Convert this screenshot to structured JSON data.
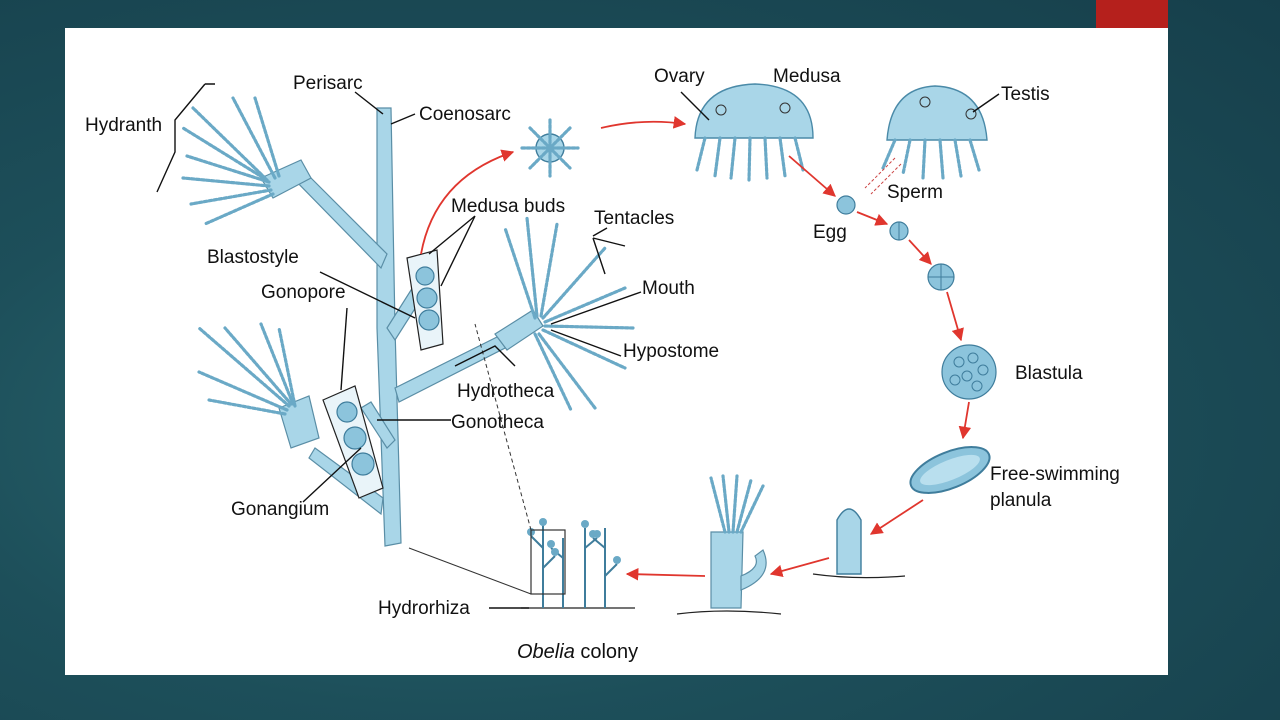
{
  "labels": {
    "hydranth": "Hydranth",
    "perisarc": "Perisarc",
    "coenosarc": "Coenosarc",
    "medusa_buds": "Medusa buds",
    "tentacles": "Tentacles",
    "blastostyle": "Blastostyle",
    "gonopore": "Gonopore",
    "mouth": "Mouth",
    "hypostome": "Hypostome",
    "hydrotheca": "Hydrotheca",
    "gonotheca": "Gonotheca",
    "gonangium": "Gonangium",
    "hydrorhiza": "Hydrorhiza",
    "ovary": "Ovary",
    "medusa": "Medusa",
    "testis": "Testis",
    "sperm": "Sperm",
    "egg": "Egg",
    "blastula": "Blastula",
    "planula_line1": "Free-swimming",
    "planula_line2": "planula"
  },
  "caption": {
    "italic": "Obelia",
    "rest": " colony"
  },
  "colors": {
    "accent": "#b5201c",
    "arrow": "#e0362e",
    "tissue": "#a9d6e8",
    "background": "#1d4f5a"
  }
}
